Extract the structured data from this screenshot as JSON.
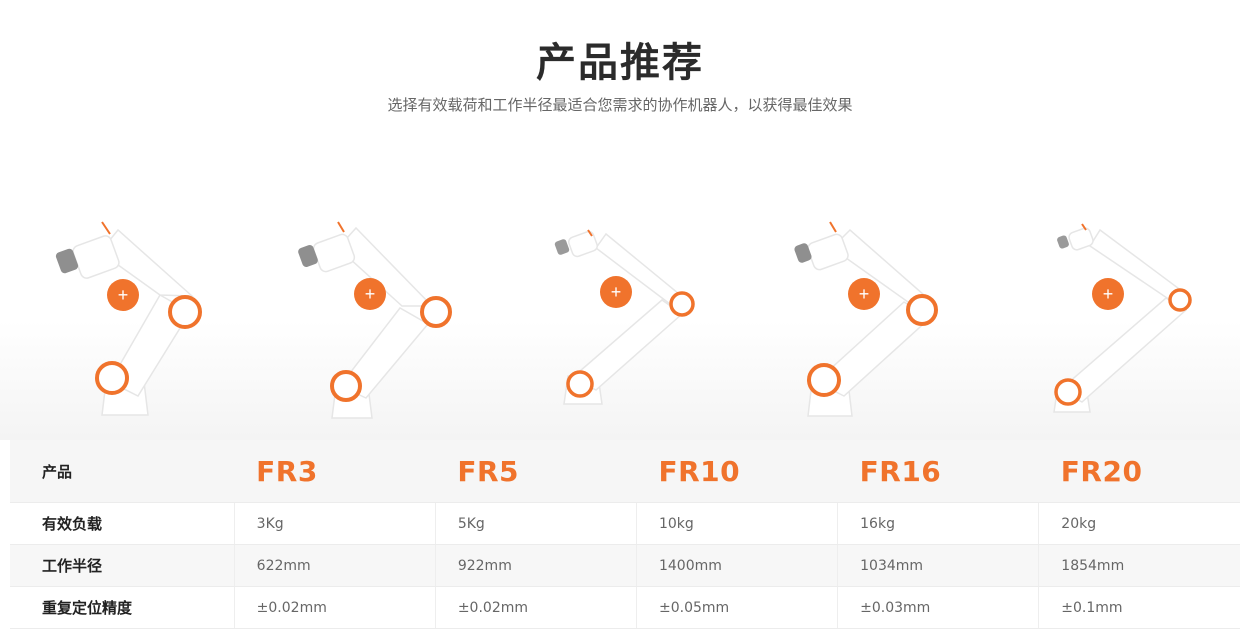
{
  "header": {
    "title": "产品推荐",
    "subtitle": "选择有效载荷和工作半径最适合您需求的协作机器人，以获得最佳效果"
  },
  "colors": {
    "accent": "#f0732c",
    "robot_body": "#ffffff",
    "table_label": "#222222"
  },
  "robots": [
    {
      "icon": "collaborative-robot-arm-icon",
      "plus": "+"
    },
    {
      "icon": "collaborative-robot-arm-icon",
      "plus": "+"
    },
    {
      "icon": "collaborative-robot-arm-icon",
      "plus": "+"
    },
    {
      "icon": "collaborative-robot-arm-icon",
      "plus": "+"
    },
    {
      "icon": "collaborative-robot-arm-icon",
      "plus": "+"
    }
  ],
  "table": {
    "row_labels": [
      "产品",
      "有效负载",
      "工作半径",
      "重复定位精度"
    ],
    "models": [
      "FR3",
      "FR5",
      "FR10",
      "FR16",
      "FR20"
    ],
    "payload": [
      "3Kg",
      "5Kg",
      "10kg",
      "16kg",
      "20kg"
    ],
    "reach": [
      "622mm",
      "922mm",
      "1400mm",
      "1034mm",
      "1854mm"
    ],
    "repeatability": [
      "±0.02mm",
      "±0.02mm",
      "±0.05mm",
      "±0.03mm",
      "±0.1mm"
    ]
  }
}
